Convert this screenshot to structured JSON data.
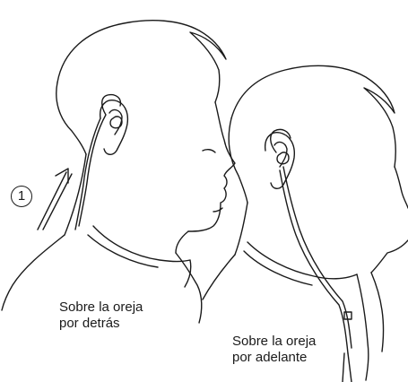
{
  "step_marker": "1",
  "captions": {
    "behind": {
      "line1": "Sobre la oreja",
      "line2": "por detrás"
    },
    "front": {
      "line1": "Sobre la oreja",
      "line2": "por adelante"
    }
  },
  "colors": {
    "line": "#1a1a1a",
    "background": "#ffffff"
  }
}
